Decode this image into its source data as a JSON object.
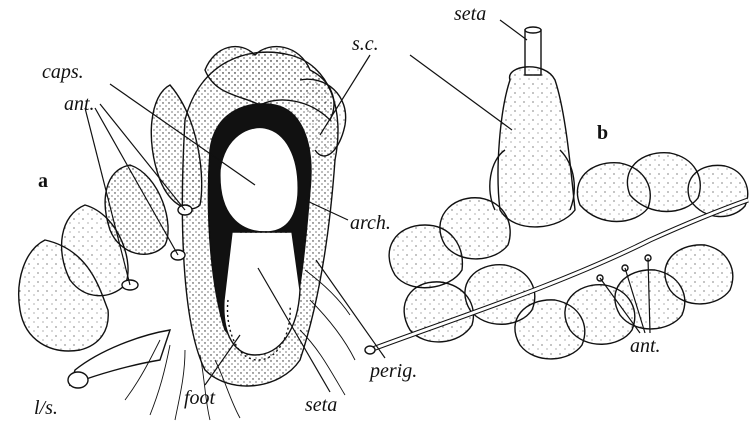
{
  "figure": {
    "panels": [
      "a",
      "b"
    ],
    "labels": {
      "caps": "caps.",
      "sc": "s.c.",
      "seta_top": "seta",
      "ant_a": "ant.",
      "arch": "arch.",
      "foot": "foot",
      "seta_a": "seta",
      "perig": "perig.",
      "ls": "l/s.",
      "ant_b": "ant."
    },
    "colors": {
      "ink": "#111111",
      "paper": "#ffffff"
    }
  }
}
